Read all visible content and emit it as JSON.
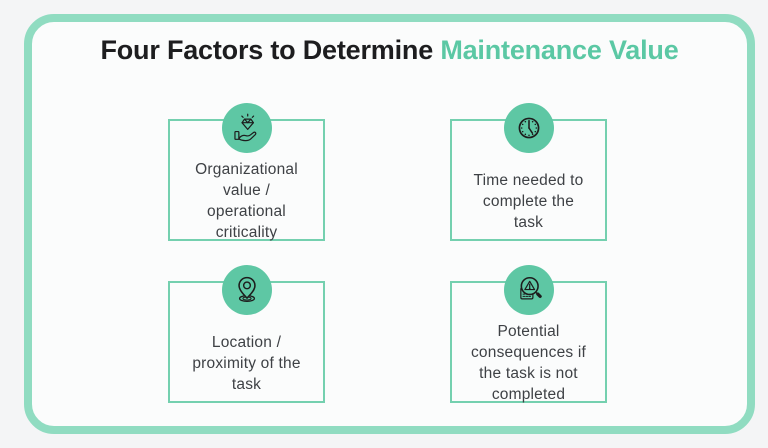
{
  "title": {
    "prefix": "Four Factors to Determine",
    "accent": "Maintenance Value"
  },
  "colors": {
    "accent_green": "#5ec7a4",
    "card_border": "#90dcc1",
    "box_border": "#74d0af",
    "title_dark": "#1d1d1f",
    "body_text": "#3e4145",
    "page_background": "#f4f5f6",
    "card_background": "#fbfcfc"
  },
  "factors": [
    {
      "icon": "gem-in-hand-icon",
      "label": "Organizational value / operational criticality",
      "lines": [
        "Organizational",
        "value /",
        "operational",
        "criticality"
      ]
    },
    {
      "icon": "clock-icon",
      "label": "Time needed to complete the task",
      "lines": [
        "Time needed to",
        "complete the",
        "task"
      ]
    },
    {
      "icon": "location-pin-icon",
      "label": "Location / proximity of the task",
      "lines": [
        "Location /",
        "proximity of the",
        "task"
      ]
    },
    {
      "icon": "warning-magnifier-icon",
      "label": "Potential consequences if the task is not completed",
      "lines": [
        "Potential",
        "consequences if",
        "the task is not",
        "completed"
      ]
    }
  ]
}
